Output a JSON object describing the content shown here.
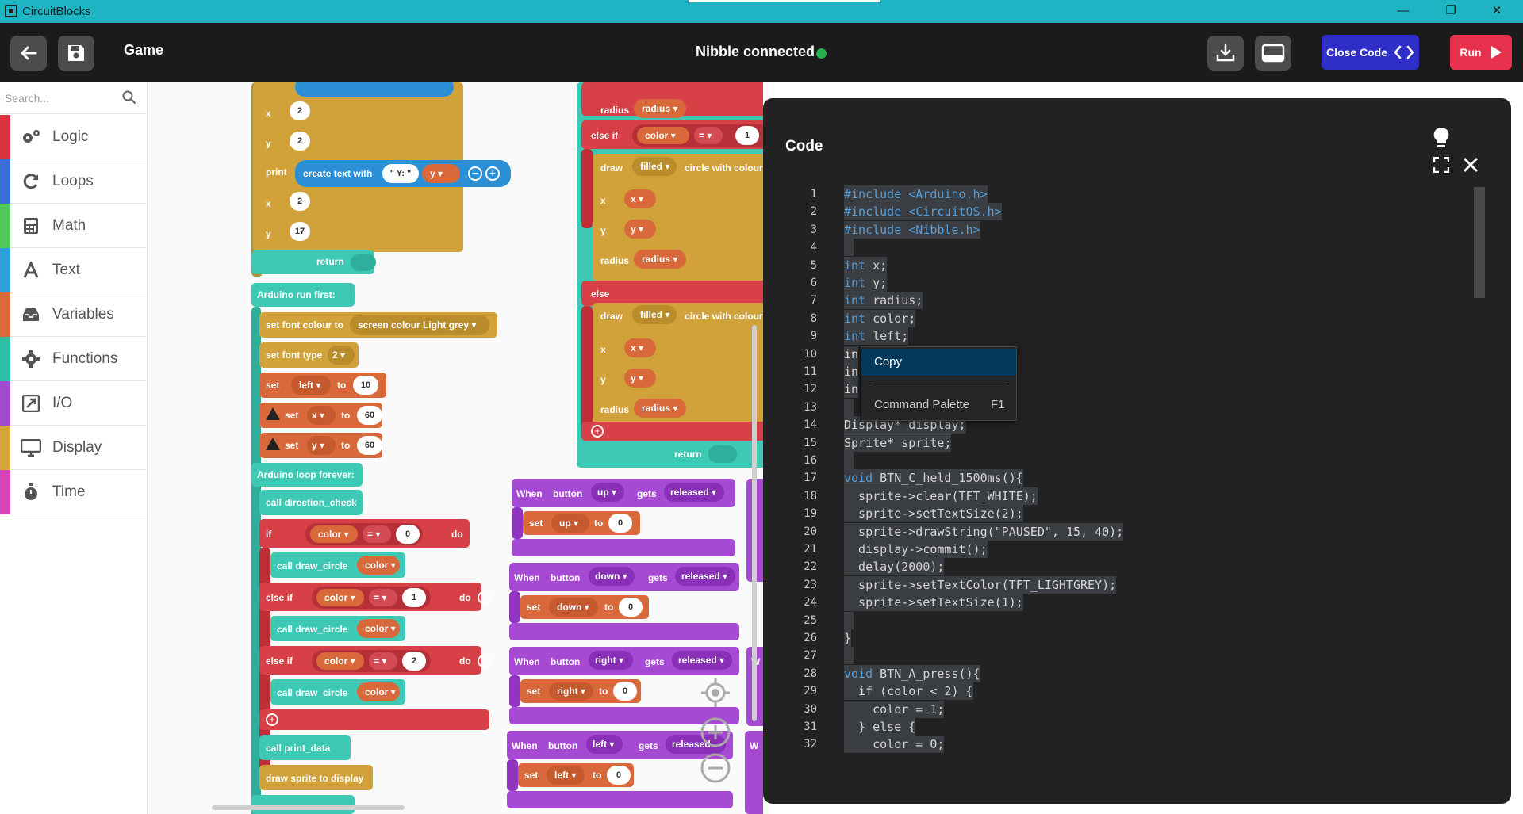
{
  "window": {
    "title": "CircuitBlocks",
    "controls": {
      "minimize": "—",
      "maximize": "❐",
      "close": "✕"
    }
  },
  "header": {
    "project_name": "Game",
    "status": "Nibble connected",
    "status_color": "#22b14c",
    "close_code_label": "Close Code",
    "run_label": "Run"
  },
  "sidebar": {
    "search_placeholder": "Search...",
    "categories": [
      {
        "label": "Logic",
        "color": "#d8343e",
        "icon": "gears-icon"
      },
      {
        "label": "Loops",
        "color": "#3a6fd6",
        "icon": "refresh-icon"
      },
      {
        "label": "Math",
        "color": "#50c85a",
        "icon": "calculator-icon"
      },
      {
        "label": "Text",
        "color": "#2d9fd9",
        "icon": "font-icon"
      },
      {
        "label": "Variables",
        "color": "#d96a3a",
        "icon": "inbox-icon"
      },
      {
        "label": "Functions",
        "color": "#2bbfa4",
        "icon": "cog-icon"
      },
      {
        "label": "I/O",
        "color": "#a04ad0",
        "icon": "io-icon"
      },
      {
        "label": "Display",
        "color": "#d6a63b",
        "icon": "monitor-icon"
      },
      {
        "label": "Time",
        "color": "#d845b8",
        "icon": "stopwatch-icon"
      }
    ]
  },
  "workspace": {
    "print1": {
      "x": "2",
      "y": "2"
    },
    "print2": {
      "label": "print",
      "create": "create text with",
      "str": "\" Y: \"",
      "var": "y",
      "x": "2",
      "y": "17",
      "x_label": "x",
      "y_label": "y"
    },
    "return_label": "return",
    "run_first": "Arduino run first:",
    "set_font_colour": "set font colour to",
    "screen_colour": "screen colour",
    "light_grey": "Light grey",
    "set_font_type": "set font type",
    "font_type_val": "2",
    "set_label": "set",
    "to_label": "to",
    "set_left": {
      "var": "left",
      "val": "10"
    },
    "set_x": {
      "var": "x",
      "val": "60"
    },
    "set_y": {
      "var": "y",
      "val": "60"
    },
    "loop_forever": "Arduino loop forever:",
    "call_direction": "call direction_check",
    "if_label": "if",
    "else_if_label": "else if",
    "else_label": "else",
    "do_label": "do",
    "color_var": "color",
    "eq": "=",
    "cond0": "0",
    "cond1": "1",
    "cond2": "2",
    "call_draw_circle": "call draw_circle",
    "call_print_data": "call print_data",
    "draw_sprite": "draw sprite to display",
    "draw_label": "draw",
    "filled": "filled",
    "circle_with_colour": "circle with colour",
    "radius_label": "radius",
    "radius_var": "radius",
    "x_var": "x",
    "y_var": "y",
    "when_label": "When",
    "button_label": "button",
    "gets_label": "gets",
    "released": "released",
    "buttons": [
      {
        "name": "up",
        "var": "up",
        "val": "0"
      },
      {
        "name": "down",
        "var": "down",
        "val": "0"
      },
      {
        "name": "right",
        "var": "right",
        "val": "0"
      },
      {
        "name": "left",
        "var": "left",
        "val": "0"
      }
    ],
    "right_edge_label": "W"
  },
  "code_panel": {
    "title": "Code",
    "lines": [
      "#include <Arduino.h>",
      "#include <CircuitOS.h>",
      "#include <Nibble.h>",
      "",
      "int x;",
      "int y;",
      "int radius;",
      "int color;",
      "int left;",
      "in",
      "in",
      "in",
      "",
      "Display* display;",
      "Sprite* sprite;",
      "",
      "void BTN_C_held_1500ms(){",
      "  sprite->clear(TFT_WHITE);",
      "  sprite->setTextSize(2);",
      "  sprite->drawString(\"PAUSED\", 15, 40);",
      "  display->commit();",
      "  delay(2000);",
      "  sprite->setTextColor(TFT_LIGHTGREY);",
      "  sprite->setTextSize(1);",
      "",
      "}",
      "",
      "void BTN_A_press(){",
      "  if (color < 2) {",
      "    color = 1;",
      "  } else {",
      "    color = 0;"
    ],
    "context_menu": {
      "copy": "Copy",
      "command_palette": "Command Palette",
      "command_palette_key": "F1"
    }
  }
}
